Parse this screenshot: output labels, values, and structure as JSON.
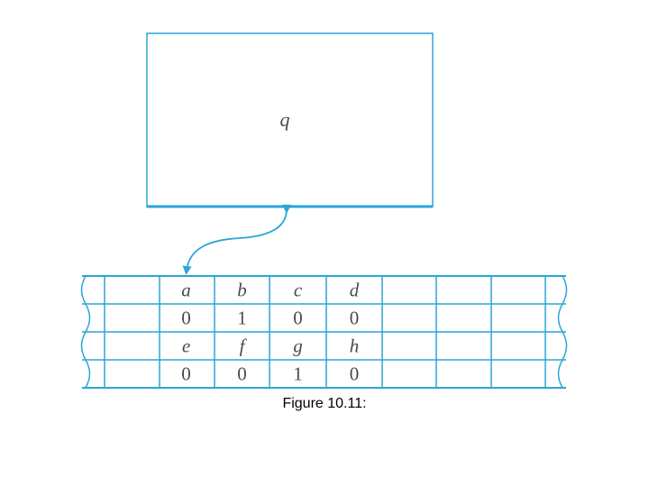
{
  "colors": {
    "line": "#2aa6d6",
    "text": "#4a4a4a",
    "background": "#ffffff"
  },
  "control_unit": {
    "state_label": "q"
  },
  "tape": {
    "rows": [
      [
        "a",
        "b",
        "c",
        "d"
      ],
      [
        "0",
        "1",
        "0",
        "0"
      ],
      [
        "e",
        "f",
        "g",
        "h"
      ],
      [
        "0",
        "0",
        "1",
        "0"
      ]
    ],
    "italic_rows": [
      0,
      2
    ]
  },
  "caption": "Figure 10.11:"
}
